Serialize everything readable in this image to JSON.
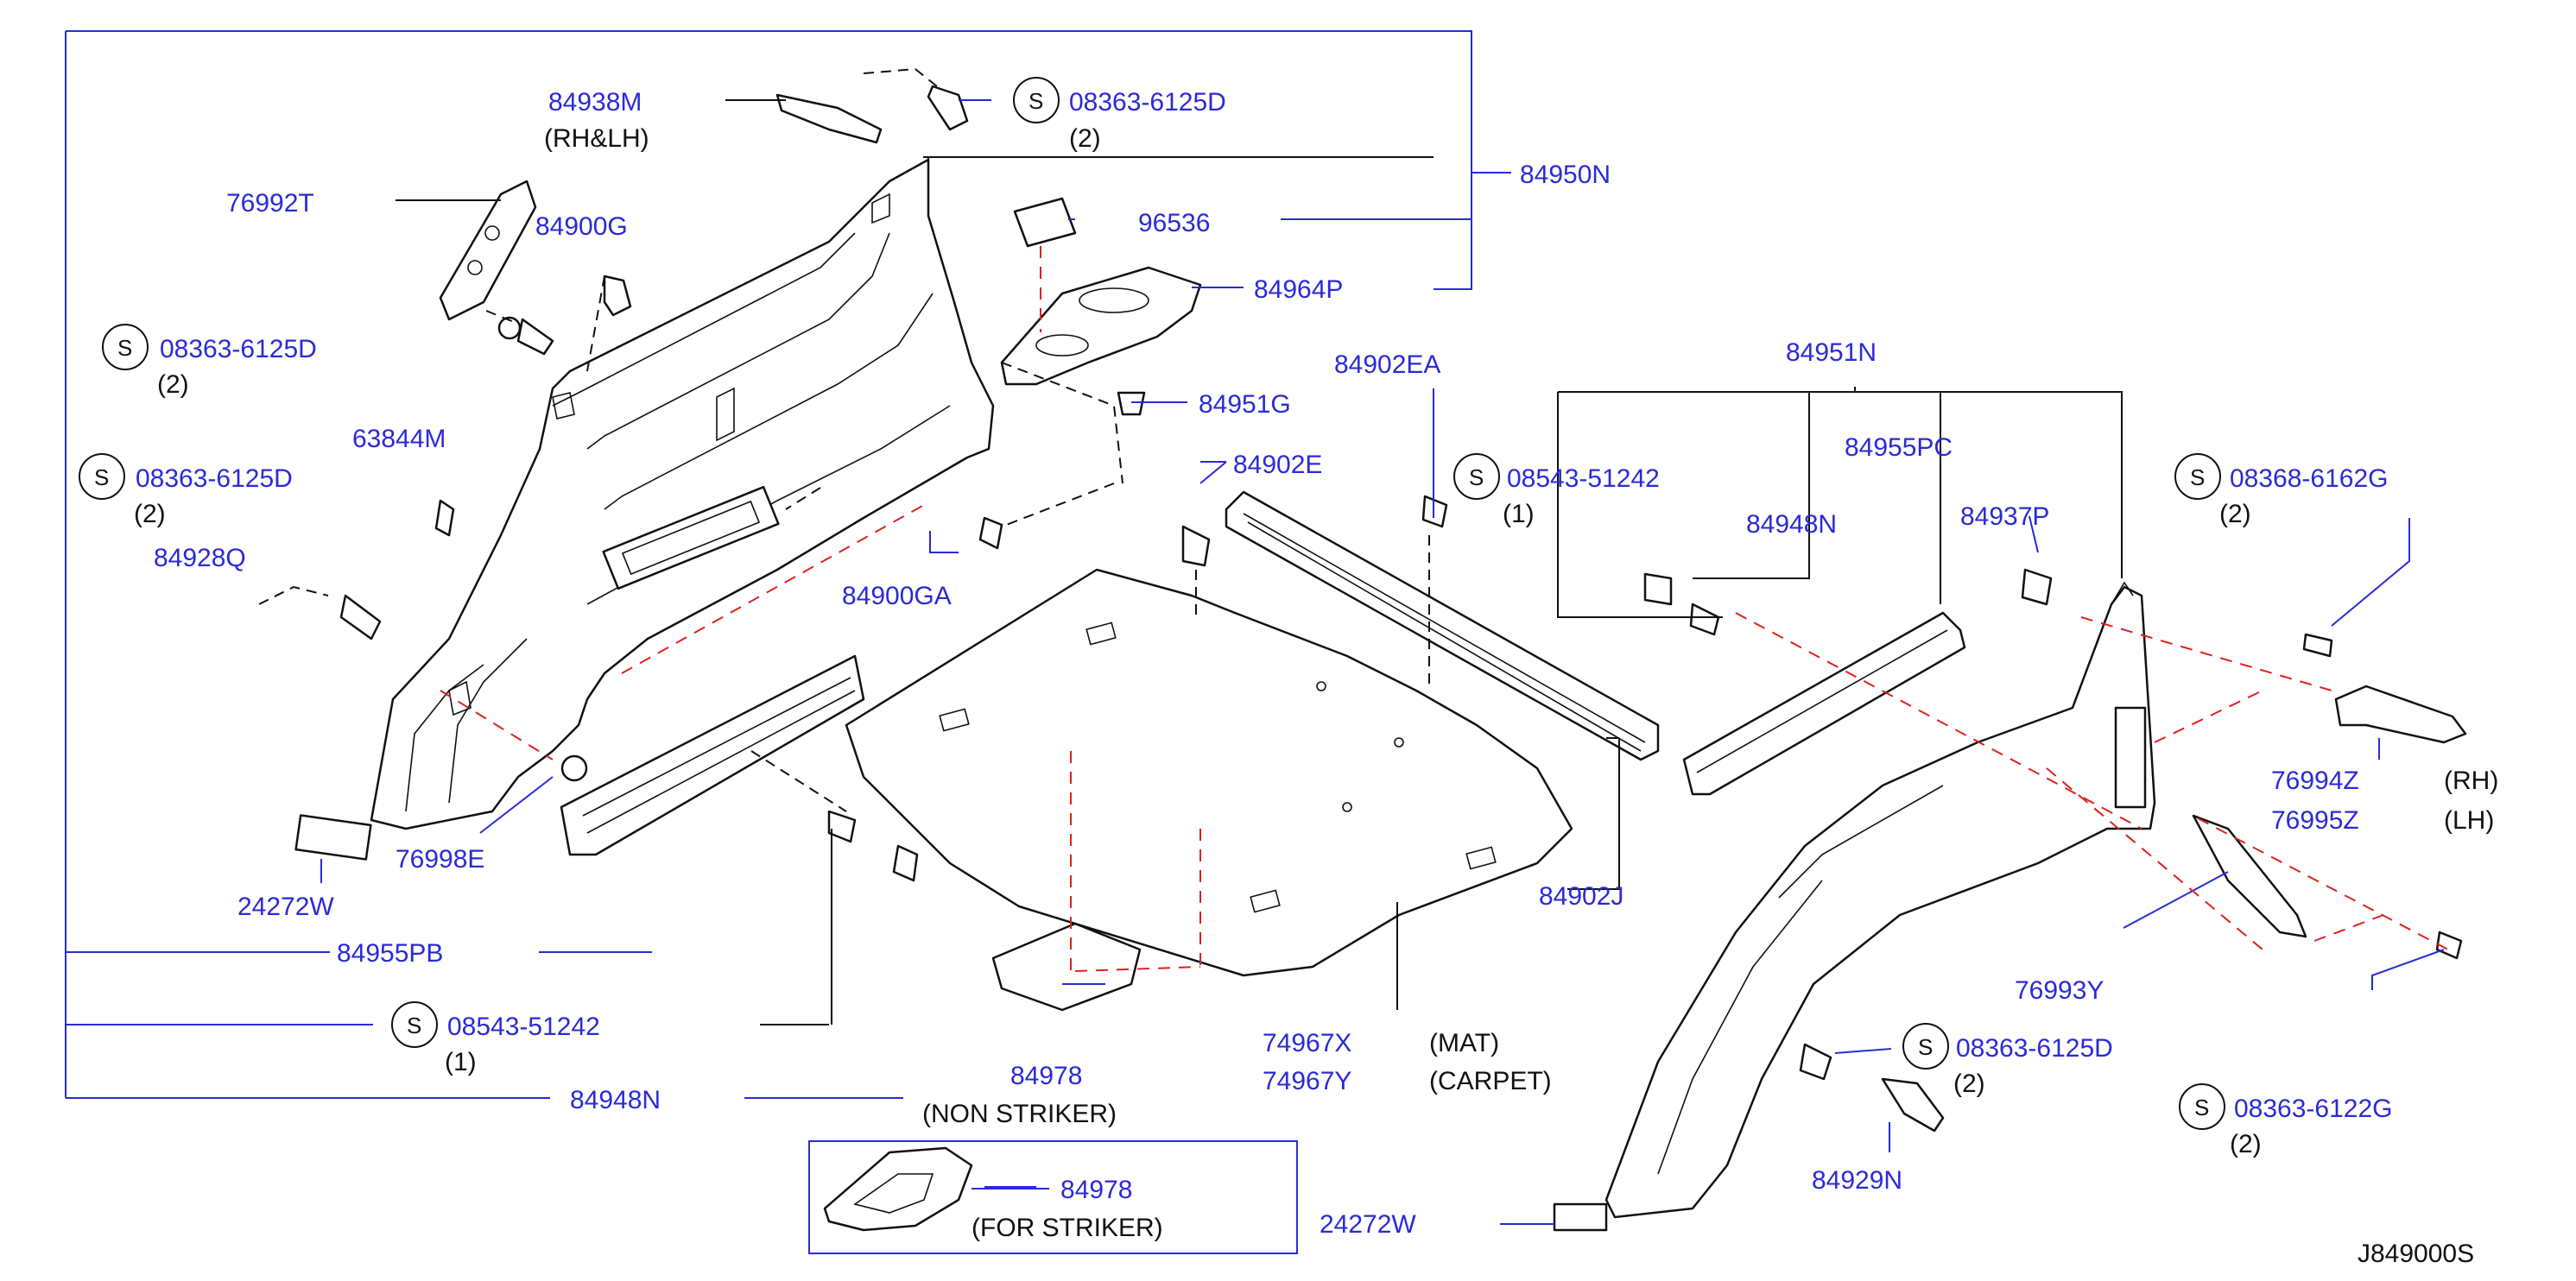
{
  "labels": {
    "p84938M": "84938M",
    "n_rhlh": "(RH&LH)",
    "s1": "S",
    "p08363_6125D_a": "08363-6125D",
    "q2_a": "(2)",
    "p76992T": "76992T",
    "p84900G": "84900G",
    "p84950N": "84950N",
    "p96536": "96536",
    "p84964P": "84964P",
    "s2": "S",
    "p08363_6125D_b": "08363-6125D",
    "q2_b": "(2)",
    "p63844M": "63844M",
    "s3": "S",
    "p08363_6125D_c": "08363-6125D",
    "q2_c": "(2)",
    "p84928Q": "84928Q",
    "p84951G": "84951G",
    "p84902EA": "84902EA",
    "p84902E": "84902E",
    "p84900GA": "84900GA",
    "p84951N": "84951N",
    "s4": "S",
    "p08543_51242_a": "08543-51242",
    "q1_a": "(1)",
    "p84955PC": "84955PC",
    "p84948N_a": "84948N",
    "p84937P": "84937P",
    "s5": "S",
    "p08368_6162G": "08368-6162G",
    "q2_d": "(2)",
    "p76994Z": "76994Z",
    "n_rh": "(RH)",
    "p76995Z": "76995Z",
    "n_lh": "(LH)",
    "p76998E": "76998E",
    "p24272W_a": "24272W",
    "p84955PB": "84955PB",
    "p84902J": "84902J",
    "p76993Y": "76993Y",
    "s6": "S",
    "p08543_51242_b": "08543-51242",
    "q1_b": "(1)",
    "p84948N_b": "84948N",
    "p84978_a": "84978",
    "n_non_striker": "(NON   STRIKER)",
    "p74967X": "74967X",
    "n_mat": "(MAT)",
    "p74967Y": "74967Y",
    "n_carpet": "(CARPET)",
    "s7": "S",
    "p08363_6125D_d": "08363-6125D",
    "q2_e": "(2)",
    "s8": "S",
    "p08363_6122G": "08363-6122G",
    "q2_f": "(2)",
    "p84929N": "84929N",
    "p84978_b": "84978",
    "n_for_striker": "(FOR   STRIKER)",
    "p24272W_b": "24272W",
    "code": "J849000S"
  },
  "colors": {
    "part_number": "#2a2ad8",
    "note_text": "#111111",
    "hidden_line": "#e02020"
  }
}
